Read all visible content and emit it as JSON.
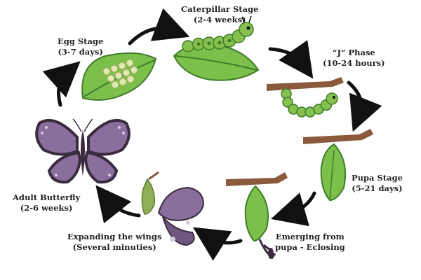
{
  "stages": {
    "egg": {
      "title": "Egg Stage",
      "duration": "(3-7 days)"
    },
    "caterpillar": {
      "title": "Caterpillar Stage",
      "duration": "(2-4 weeks)"
    },
    "j_phase": {
      "title": "“J” Phase",
      "duration": "(10-24 hours)"
    },
    "pupa": {
      "title": "Pupa  Stage",
      "duration": "(5-21 days)"
    },
    "emerging": {
      "title": "Emerging from",
      "duration": "pupa - Eclosing"
    },
    "expanding": {
      "title": "Expanding the wings",
      "duration": "(Several minuties)"
    },
    "adult": {
      "title": "Adult Butterfly",
      "duration": "(2-6 weeks)"
    }
  },
  "colors": {
    "leaf": "#7cbf4a",
    "leaf_dark": "#3e7d2b",
    "egg": "#dfe9b0",
    "caterpillar": "#86c04f",
    "branch": "#8b5a3c",
    "wing_purple": "#8a6f9e",
    "wing_dark": "#3b2b3f",
    "arrow": "#111111"
  }
}
